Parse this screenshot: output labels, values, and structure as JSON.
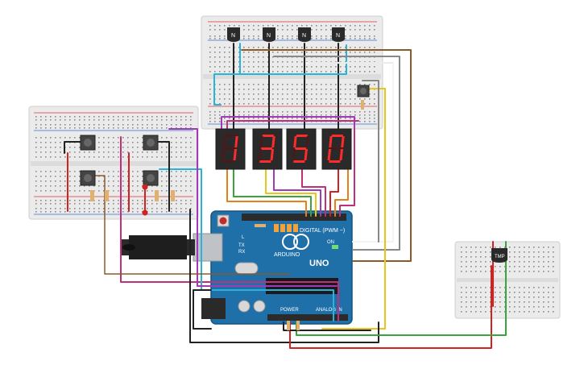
{
  "display": {
    "digits": [
      "1",
      "3",
      "5",
      "0"
    ],
    "segment_on_color": "#ff2a2a",
    "segment_off_color": "#4a1a1a"
  },
  "transistors": {
    "label": "N",
    "count": 4
  },
  "temp_sensor": {
    "label": "TMP"
  },
  "arduino": {
    "logo": "ARDUINO",
    "model": "UNO",
    "digital_label": "DIGITAL (PWM ~)",
    "power_label": "POWER",
    "analog_label": "ANALOG IN",
    "on_label": "ON",
    "tx_label": "TX",
    "rx_label": "RX",
    "l_label": "L",
    "board_color": "#1f6fa8"
  },
  "colors": {
    "breadboard": "#e9e9e9",
    "rail_red": "#d33",
    "rail_blue": "#3a6fd1",
    "wire_black": "#222222",
    "wire_red": "#d32020",
    "wire_green": "#3aa33a",
    "wire_yellow": "#e8c51a",
    "wire_orange": "#e8801a",
    "wire_purple": "#a23ab8",
    "wire_magenta": "#c0307a",
    "wire_cyan": "#2ab3d8",
    "wire_brown": "#8a5a2a",
    "wire_gray": "#888888",
    "wire_white": "#f4f4f4"
  }
}
